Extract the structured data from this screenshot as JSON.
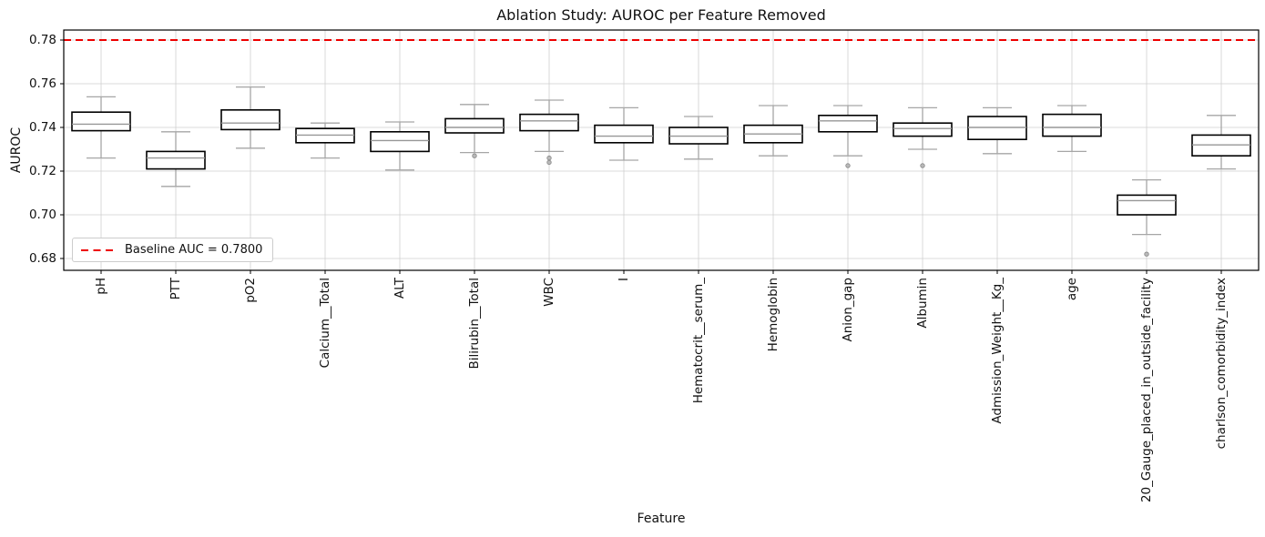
{
  "figure": {
    "title": "Ablation Study: AUROC per Feature Removed",
    "xlabel": "Feature",
    "ylabel": "AUROC",
    "legend": {
      "label": "Baseline AUC = 0.7800"
    }
  },
  "colors": {
    "baseline": "#ee0000",
    "box_edge": "#000000",
    "box_fill": "#ffffff",
    "median": "#979797",
    "whisker": "#a6a6a6",
    "flier": "#8f8f8f",
    "grid": "#cfcfcf",
    "border": "#000000",
    "background": "#ffffff"
  },
  "chart_data": {
    "type": "box",
    "title": "Ablation Study: AUROC per Feature Removed",
    "xlabel": "Feature",
    "ylabel": "AUROC",
    "ylim": [
      0.6746,
      0.7846
    ],
    "yticks": [
      0.68,
      0.7,
      0.72,
      0.74,
      0.76,
      0.78
    ],
    "grid": true,
    "legend_position": "lower left",
    "baseline": {
      "value": 0.78,
      "label": "Baseline AUC = 0.7800",
      "color": "#ee0000",
      "style": "dashed"
    },
    "categories": [
      "pH",
      "PTT",
      "pO2",
      "Calcium__Total",
      "ALT",
      "Bilirubin__Total",
      "WBC",
      "I",
      "Hematocrit__serum_",
      "Hemoglobin",
      "Anion_gap",
      "Albumin",
      "Admission_Weight__Kg_",
      "age",
      "20_Gauge_placed_in_outside_facility",
      "charlson_comorbidity_index"
    ],
    "boxes": [
      {
        "whislo": 0.726,
        "q1": 0.7385,
        "med": 0.7415,
        "q3": 0.747,
        "whishi": 0.754,
        "fliers": []
      },
      {
        "whislo": 0.713,
        "q1": 0.721,
        "med": 0.726,
        "q3": 0.729,
        "whishi": 0.738,
        "fliers": []
      },
      {
        "whislo": 0.7305,
        "q1": 0.739,
        "med": 0.742,
        "q3": 0.748,
        "whishi": 0.7585,
        "fliers": []
      },
      {
        "whislo": 0.726,
        "q1": 0.733,
        "med": 0.7365,
        "q3": 0.7395,
        "whishi": 0.742,
        "fliers": []
      },
      {
        "whislo": 0.7205,
        "q1": 0.729,
        "med": 0.734,
        "q3": 0.738,
        "whishi": 0.7425,
        "fliers": []
      },
      {
        "whislo": 0.7285,
        "q1": 0.7375,
        "med": 0.74,
        "q3": 0.744,
        "whishi": 0.7505,
        "fliers": [
          0.727
        ]
      },
      {
        "whislo": 0.729,
        "q1": 0.7385,
        "med": 0.743,
        "q3": 0.746,
        "whishi": 0.7525,
        "fliers": [
          0.726,
          0.724
        ]
      },
      {
        "whislo": 0.725,
        "q1": 0.733,
        "med": 0.736,
        "q3": 0.741,
        "whishi": 0.749,
        "fliers": []
      },
      {
        "whislo": 0.7255,
        "q1": 0.7325,
        "med": 0.736,
        "q3": 0.74,
        "whishi": 0.745,
        "fliers": []
      },
      {
        "whislo": 0.727,
        "q1": 0.733,
        "med": 0.737,
        "q3": 0.741,
        "whishi": 0.75,
        "fliers": []
      },
      {
        "whislo": 0.727,
        "q1": 0.738,
        "med": 0.743,
        "q3": 0.7455,
        "whishi": 0.75,
        "fliers": [
          0.7225
        ]
      },
      {
        "whislo": 0.73,
        "q1": 0.736,
        "med": 0.7395,
        "q3": 0.742,
        "whishi": 0.749,
        "fliers": [
          0.7225
        ]
      },
      {
        "whislo": 0.728,
        "q1": 0.7345,
        "med": 0.74,
        "q3": 0.745,
        "whishi": 0.749,
        "fliers": []
      },
      {
        "whislo": 0.729,
        "q1": 0.736,
        "med": 0.74,
        "q3": 0.746,
        "whishi": 0.75,
        "fliers": []
      },
      {
        "whislo": 0.691,
        "q1": 0.7,
        "med": 0.7065,
        "q3": 0.709,
        "whishi": 0.716,
        "fliers": [
          0.682
        ]
      },
      {
        "whislo": 0.721,
        "q1": 0.727,
        "med": 0.732,
        "q3": 0.7365,
        "whishi": 0.7455,
        "fliers": []
      }
    ]
  }
}
